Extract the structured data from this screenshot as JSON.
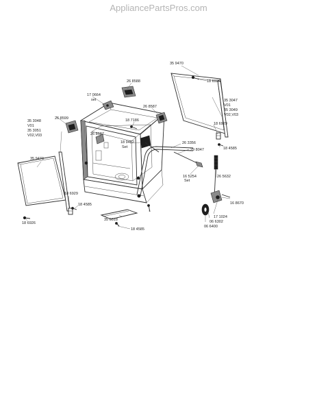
{
  "watermark": "AppliancePartsPros.com",
  "labels": {
    "l_359470_top": "35 9470",
    "l_186926_top": "18 6926",
    "l_268588": "26 8588",
    "l_170664": "17 0664",
    "l_170664_set": "set",
    "l_268587_top": "26 8587",
    "l_187186": "18 7186",
    "l_353047": "35 3047",
    "l_353047_v01": "V01",
    "l_353049": "35 3049",
    "l_353049_v": "V02,V03",
    "l_353048": "35 3048",
    "l_353048_v01": "V01",
    "l_353051": "35 3051",
    "l_353051_v": "V02,V03",
    "l_268599": "26 8599",
    "l_268587_mid": "26 8587",
    "l_189462": "18 9462",
    "l_189462_set": "Set",
    "l_186929_right": "18 6929",
    "l_184585_right": "18 4585",
    "l_263356": "26 3356",
    "l_298047": "29 8047",
    "l_165254": "16 5254",
    "l_165254_set": "Set",
    "l_265632": "26 5632",
    "l_359470_left": "35 9470",
    "l_186929_left": "18 6929",
    "l_184585_left": "18 4585",
    "l_186926_left": "18 6926",
    "l_350318": "35 0318",
    "l_184585_bottom": "18 4585",
    "l_168670": "16 8670",
    "l_171024": "17 1024",
    "l_066302": "06 6302",
    "l_066400": "06 6400"
  }
}
